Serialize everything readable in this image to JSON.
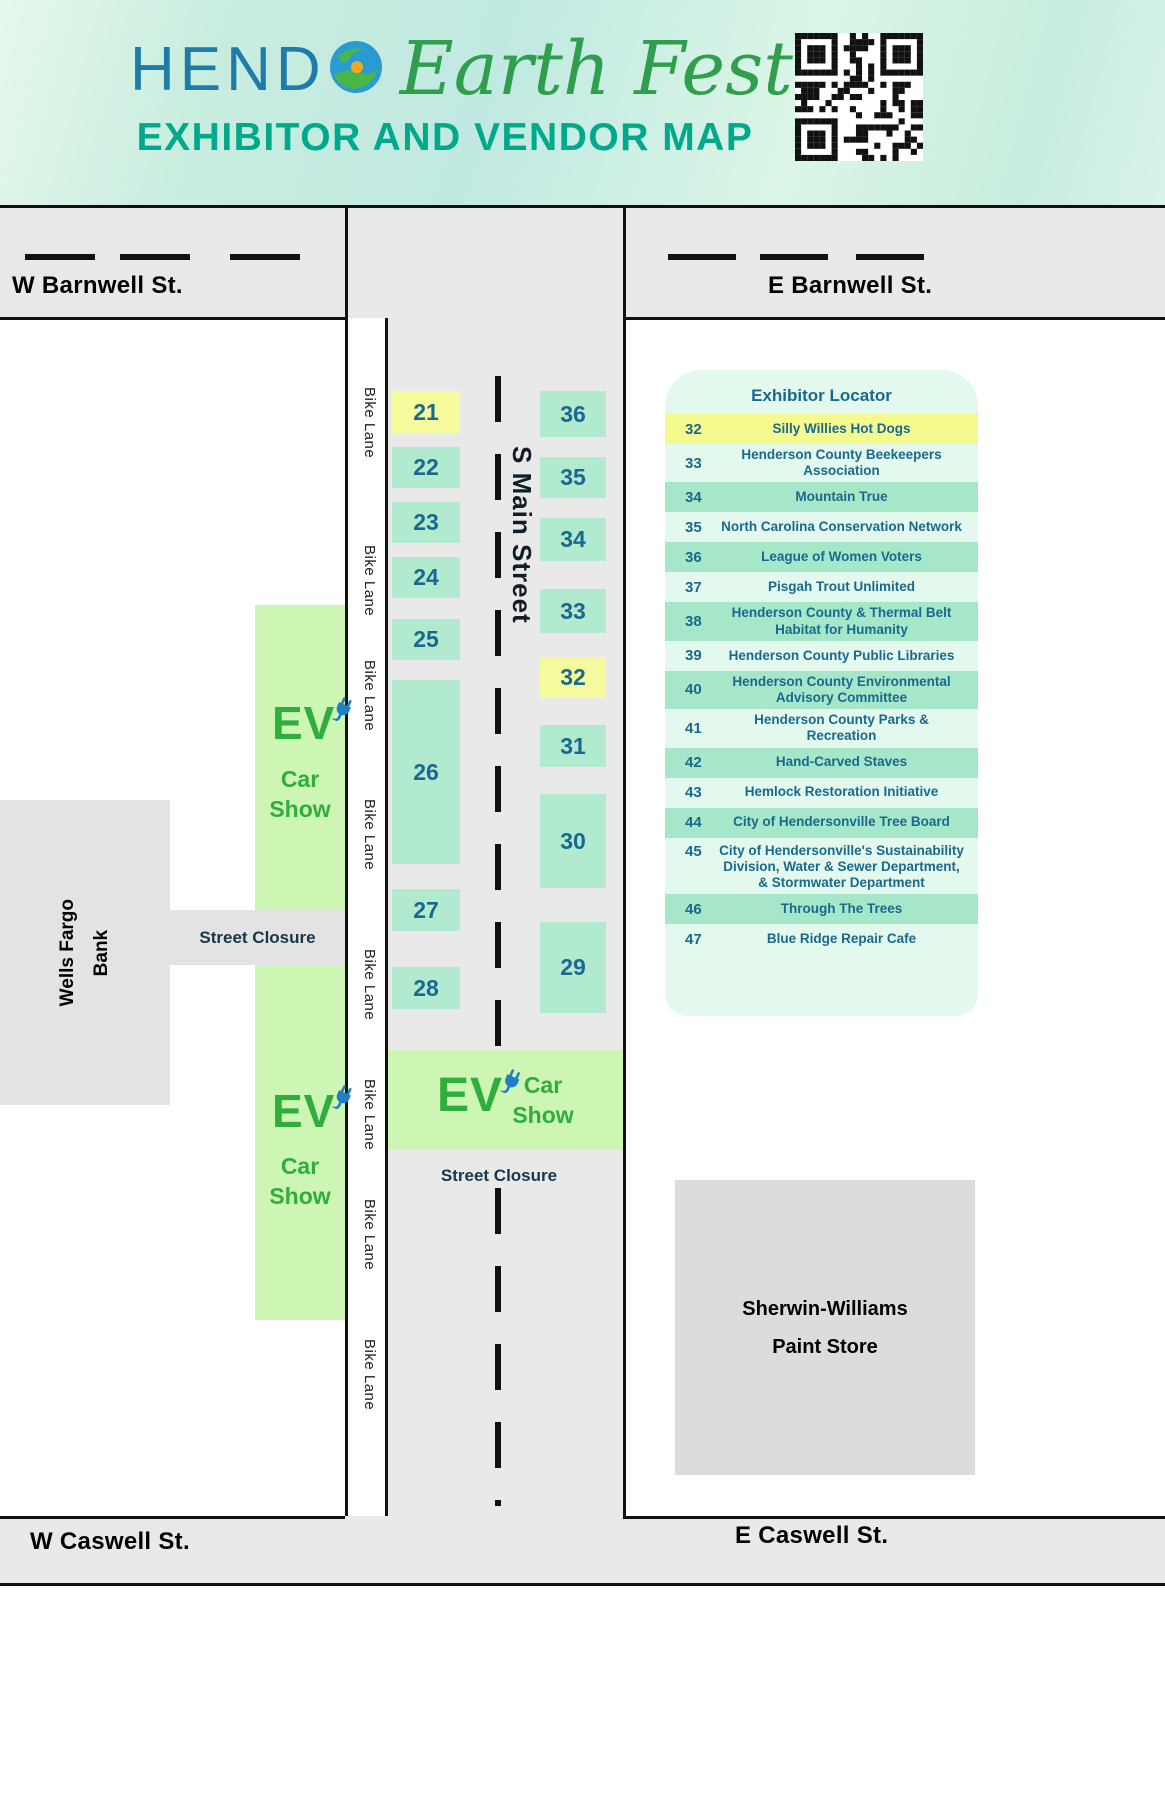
{
  "header": {
    "brand": "HEND",
    "brand_script": "Earth Fest",
    "subtitle": "EXHIBITOR AND VENDOR MAP"
  },
  "streets": {
    "w_barnwell": "W Barnwell St.",
    "e_barnwell": "E Barnwell St.",
    "s_main": "S Main Street",
    "w_caswell": "W Caswell St.",
    "e_caswell": "E Caswell St.",
    "bike_lane": "Bike Lane",
    "street_closure": "Street Closure"
  },
  "landmarks": {
    "wells_fargo_line1": "Wells Fargo",
    "wells_fargo_line2": "Bank",
    "sherwin_line1": "Sherwin-Williams",
    "sherwin_line2": "Paint Store"
  },
  "ev": {
    "label": "EV",
    "car": "Car",
    "show": "Show"
  },
  "booths_left": [
    "21",
    "22",
    "23",
    "24",
    "25",
    "26",
    "27",
    "28"
  ],
  "booths_right": [
    "36",
    "35",
    "34",
    "33",
    "32",
    "31",
    "30",
    "29"
  ],
  "locator": {
    "title": "Exhibitor Locator",
    "rows": [
      {
        "num": "32",
        "name": "Silly Willies Hot Dogs"
      },
      {
        "num": "33",
        "name": "Henderson County Beekeepers Association"
      },
      {
        "num": "34",
        "name": "Mountain True"
      },
      {
        "num": "35",
        "name": "North Carolina Conservation Network"
      },
      {
        "num": "36",
        "name": "League of Women Voters"
      },
      {
        "num": "37",
        "name": "Pisgah Trout Unlimited"
      },
      {
        "num": "38",
        "name": "Henderson County & Thermal Belt Habitat for Humanity"
      },
      {
        "num": "39",
        "name": "Henderson County Public Libraries"
      },
      {
        "num": "40",
        "name": "Henderson County Environmental Advisory Committee"
      },
      {
        "num": "41",
        "name": "Henderson County Parks & Recreation"
      },
      {
        "num": "42",
        "name": "Hand-Carved Staves"
      },
      {
        "num": "43",
        "name": "Hemlock Restoration Initiative"
      },
      {
        "num": "44",
        "name": "City of Hendersonville Tree Board"
      },
      {
        "num": "45",
        "name": "City of Hendersonville's Sustainability Division, Water & Sewer Department, & Stormwater Department"
      },
      {
        "num": "46",
        "name": "Through The Trees"
      },
      {
        "num": "47",
        "name": "Blue Ridge Repair Cafe"
      }
    ]
  },
  "colors": {
    "accent_teal": "#00a98c",
    "brand_blue": "#1d7ca8",
    "script_green": "#2f9e4d",
    "booth_green": "#b2ead0",
    "booth_yellow": "#f5fa9c",
    "locator_green": "#a6e7c9",
    "ev_green": "#2fae3e",
    "plug_blue": "#1d7fc4",
    "number_blue": "#19698f",
    "road_gray": "#e9e9e9"
  }
}
